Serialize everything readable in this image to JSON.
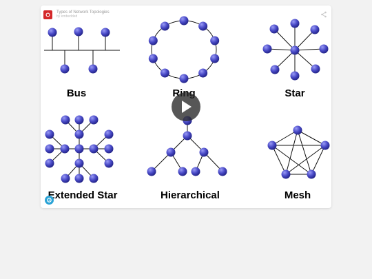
{
  "header": {
    "title": "Types of Network Topologies",
    "subtitle": "by embedded"
  },
  "topologies": {
    "bus": "Bus",
    "ring": "Ring",
    "star": "Star",
    "extended_star": "Extended Star",
    "hierarchical": "Hierarchical",
    "mesh": "Mesh"
  },
  "colors": {
    "node_fill": "#4a4bc8",
    "node_highlight": "#8d8ef0",
    "line": "#111111",
    "logo": "#d4282a",
    "badge": "#2aa3d6"
  },
  "icons": {
    "play": "play-icon",
    "share": "share-icon",
    "logo": "prezi-logo-icon",
    "badge": "badge-icon"
  }
}
